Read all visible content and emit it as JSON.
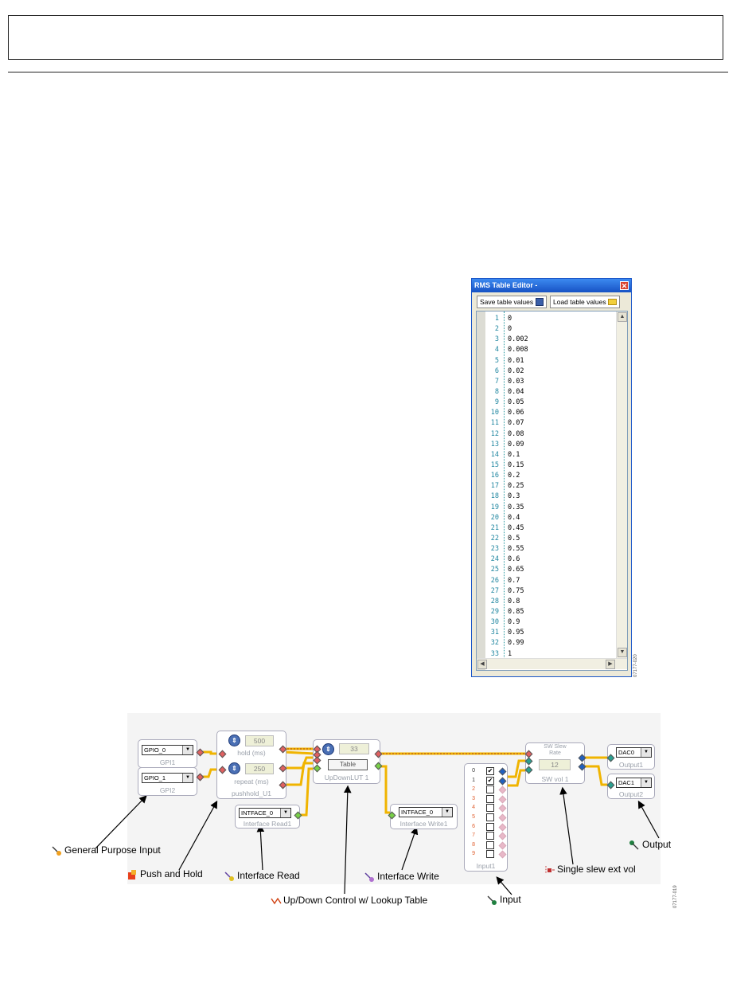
{
  "header": {
    "text": ""
  },
  "rms_editor": {
    "title": "RMS Table Editor -",
    "close_glyph": "✕",
    "save_label": "Save table values",
    "load_label": "Load table values",
    "lines": [
      {
        "n": "1",
        "v": "0"
      },
      {
        "n": "2",
        "v": "0"
      },
      {
        "n": "3",
        "v": "0.002"
      },
      {
        "n": "4",
        "v": "0.008"
      },
      {
        "n": "5",
        "v": "0.01"
      },
      {
        "n": "6",
        "v": "0.02"
      },
      {
        "n": "7",
        "v": "0.03"
      },
      {
        "n": "8",
        "v": "0.04"
      },
      {
        "n": "9",
        "v": "0.05"
      },
      {
        "n": "10",
        "v": "0.06"
      },
      {
        "n": "11",
        "v": "0.07"
      },
      {
        "n": "12",
        "v": "0.08"
      },
      {
        "n": "13",
        "v": "0.09"
      },
      {
        "n": "14",
        "v": "0.1"
      },
      {
        "n": "15",
        "v": "0.15"
      },
      {
        "n": "16",
        "v": "0.2"
      },
      {
        "n": "17",
        "v": "0.25"
      },
      {
        "n": "18",
        "v": "0.3"
      },
      {
        "n": "19",
        "v": "0.35"
      },
      {
        "n": "20",
        "v": "0.4"
      },
      {
        "n": "21",
        "v": "0.45"
      },
      {
        "n": "22",
        "v": "0.5"
      },
      {
        "n": "23",
        "v": "0.55"
      },
      {
        "n": "24",
        "v": "0.6"
      },
      {
        "n": "25",
        "v": "0.65"
      },
      {
        "n": "26",
        "v": "0.7"
      },
      {
        "n": "27",
        "v": "0.75"
      },
      {
        "n": "28",
        "v": "0.8"
      },
      {
        "n": "29",
        "v": "0.85"
      },
      {
        "n": "30",
        "v": "0.9"
      },
      {
        "n": "31",
        "v": "0.95"
      },
      {
        "n": "32",
        "v": "0.99"
      },
      {
        "n": "33",
        "v": "1"
      }
    ],
    "figure_id": "07177-020"
  },
  "diagram": {
    "gpi1": {
      "select": "GPIO_0",
      "label": "GPI1"
    },
    "gpi2": {
      "select": "GPIO_1",
      "label": "GPI2"
    },
    "pushhold": {
      "hold_value": "500",
      "hold_label": "hold (ms)",
      "repeat_value": "250",
      "repeat_label": "repeat (ms)",
      "label": "pushhold_U1"
    },
    "updown": {
      "value": "33",
      "table_button": "Table",
      "label": "UpDownLUT 1"
    },
    "iface_read": {
      "select": "INTFACE_0",
      "label": "Interface Read1"
    },
    "iface_write": {
      "select": "INTFACE_0",
      "label": "Interface Write1"
    },
    "input1": {
      "label": "Input1",
      "rows": [
        "0",
        "1",
        "2",
        "3",
        "4",
        "5",
        "6",
        "7",
        "8",
        "9"
      ],
      "checked": [
        "✔",
        "✔",
        "",
        "",
        "",
        "",
        "",
        "",
        "",
        ""
      ]
    },
    "swvol": {
      "title_line1": "SW Slew",
      "title_line2": "Rate",
      "value": "12",
      "label": "SW vol 1"
    },
    "output1": {
      "select": "DAC0",
      "label": "Output1"
    },
    "output2": {
      "select": "DAC1",
      "label": "Output2"
    },
    "callouts": {
      "gpi": "General Purpose Input",
      "pushhold": "Push and Hold",
      "iread": "Interface Read",
      "updown": "Up/Down Control w/ Lookup Table",
      "iwrite": "Interface Write",
      "input": "Input",
      "slew": "Single slew ext vol",
      "output": "Output"
    },
    "figure_id": "07177-019",
    "dropdown_glyph": "▼",
    "knob_glyph": "⇕"
  },
  "colors": {
    "wire": "#f0b400",
    "window_border": "#1a56c8"
  }
}
